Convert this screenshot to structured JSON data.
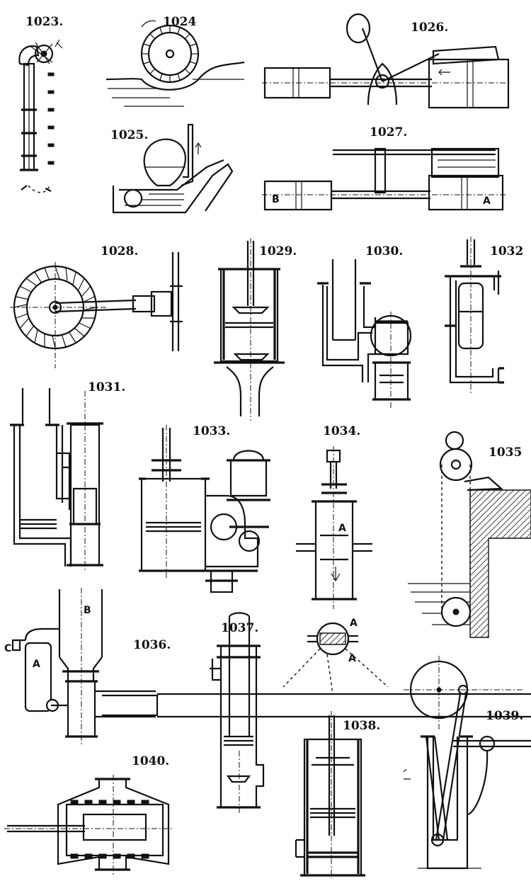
{
  "plate": {
    "figures": [
      {
        "label": "1023."
      },
      {
        "label": "1024"
      },
      {
        "label": "1025."
      },
      {
        "label": "1026."
      },
      {
        "label": "1027."
      },
      {
        "label": "1028."
      },
      {
        "label": "1029."
      },
      {
        "label": "1030."
      },
      {
        "label": "1032"
      },
      {
        "label": "1031."
      },
      {
        "label": "1033."
      },
      {
        "label": "1034."
      },
      {
        "label": "1035"
      },
      {
        "label": "1036."
      },
      {
        "label": "1037."
      },
      {
        "label": "1038."
      },
      {
        "label": "1039."
      },
      {
        "label": "1040."
      }
    ],
    "letters": {
      "fig1027_b": "B",
      "fig1027_a": "A",
      "fig1034_a_upper": "A",
      "fig1034_a_lower": "A",
      "fig1036_b": "B",
      "fig1036_c": "C",
      "fig1036_a": "A"
    }
  }
}
